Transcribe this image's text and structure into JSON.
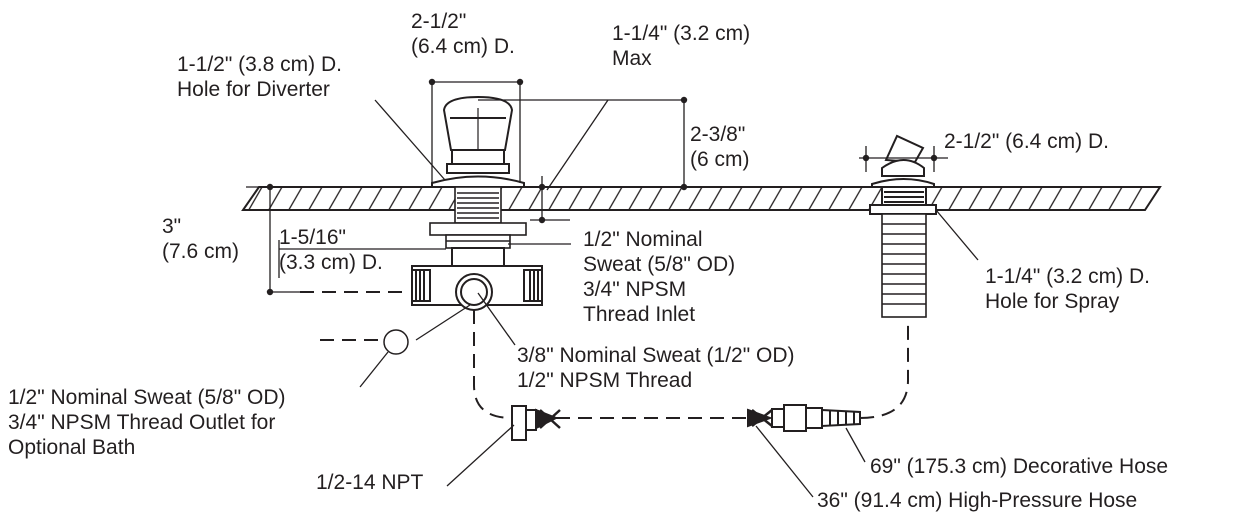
{
  "labels": {
    "diverter_width": [
      "2-1/2\"",
      "(6.4 cm) D."
    ],
    "diverter_hole": [
      "1-1/2\" (3.8 cm) D.",
      "Hole for Diverter"
    ],
    "deck_max": [
      "1-1/4\" (3.2 cm)",
      "Max"
    ],
    "handle_height": [
      "2-3/8\"",
      "(6 cm)"
    ],
    "spray_width": "2-1/2\" (6.4 cm) D.",
    "valve_depth": [
      "3\"",
      "(7.6 cm)"
    ],
    "valve_offset": [
      "1-5/16\"",
      "(3.3 cm) D."
    ],
    "inlet": [
      "1/2\" Nominal",
      "Sweat (5/8\" OD)",
      "3/4\" NPSM",
      "Thread Inlet"
    ],
    "spray_hole": [
      "1-1/4\" (3.2 cm) D.",
      "Hole for Spray"
    ],
    "center_outlet": [
      "3/8\" Nominal Sweat (1/2\" OD)",
      "1/2\" NPSM Thread"
    ],
    "bath_outlet": [
      "1/2\" Nominal Sweat (5/8\" OD)",
      "3/4\" NPSM Thread Outlet for",
      "Optional Bath"
    ],
    "npt": "1/2-14 NPT",
    "decorative_hose": "69\" (175.3 cm) Decorative Hose",
    "high_pressure_hose": "36\" (91.4 cm) High-Pressure Hose"
  },
  "colors": {
    "ink": "#231f20",
    "background": "#ffffff"
  }
}
